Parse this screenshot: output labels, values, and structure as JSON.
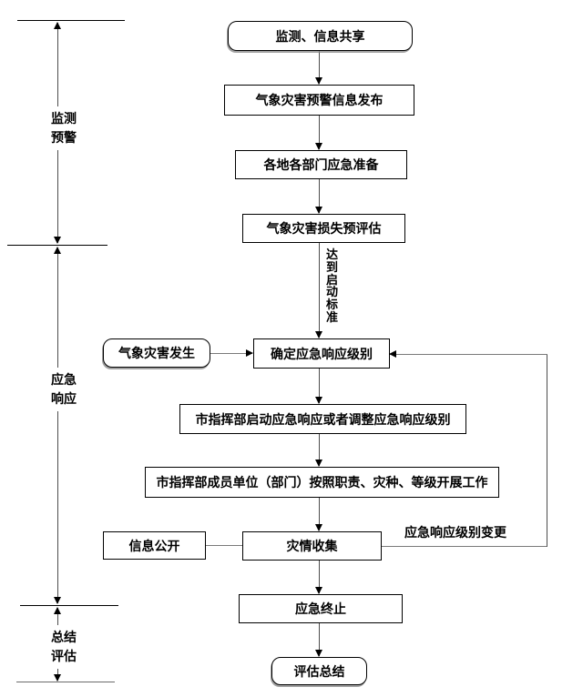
{
  "phases": {
    "monitoring": {
      "line1": "监测",
      "line2": "预警"
    },
    "response": {
      "line1": "应急",
      "line2": "响应"
    },
    "evaluation": {
      "line1": "总结",
      "line2": "评估"
    }
  },
  "nodes": {
    "start": "监测、信息共享",
    "warning_release": "气象灾害预警信息发布",
    "preparation": "各地各部门应急准备",
    "pre_assessment": "气象灾害损失预评估",
    "disaster_occurs": "气象灾害发生",
    "determine_level": "确定应急响应级别",
    "launch_or_adjust": "市指挥部启动应急响应或者调整应急响应级别",
    "members_work": "市指挥部成员单位（部门）按照职责、灾种、等级开展工作",
    "info_disclosure": "信息公开",
    "disaster_collection": "灾情收集",
    "termination": "应急终止",
    "evaluation_summary": "评估总结"
  },
  "edge_labels": {
    "activation_criteria": "达到启动标准",
    "level_change": "应急响应级别变更"
  },
  "colors": {
    "background": "#ffffff",
    "box_border": "#000000",
    "connector": "#4d4d4d",
    "arrowhead": "#000000"
  }
}
